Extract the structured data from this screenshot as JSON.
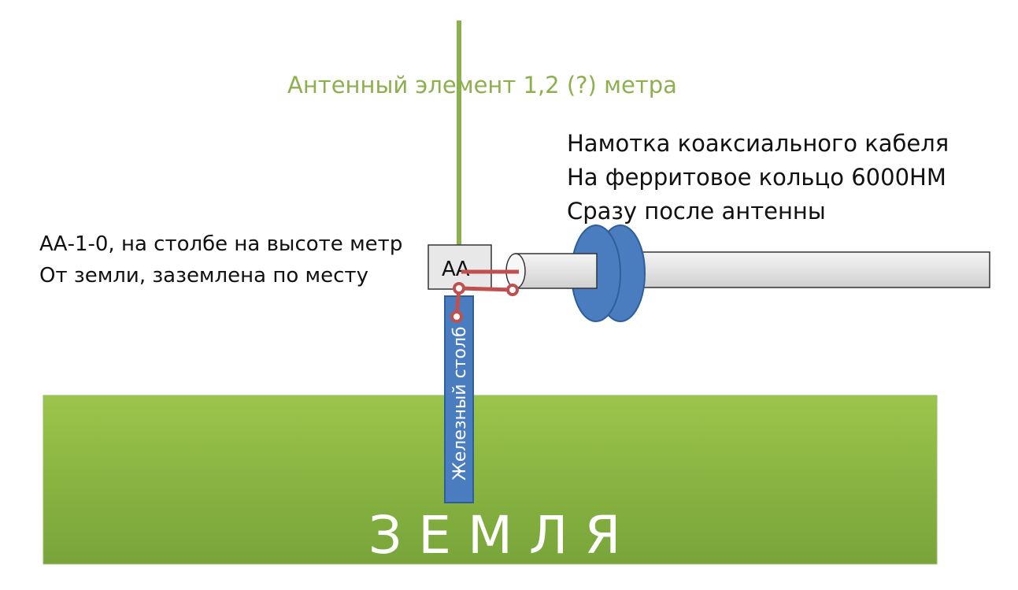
{
  "colors": {
    "antenna": "#8db04f",
    "ground_top": "#9bc54a",
    "ground_bottom": "#78a43a",
    "pole": "#4a7dbf",
    "pole_stroke": "#2f5e99",
    "ferrite": "#4a7dbf",
    "ferrite_stroke": "#2f5e99",
    "cable": "#e6e6e6",
    "wire": "#c0504d",
    "text": "#111111"
  },
  "labels": {
    "antenna_element": "Антенный элемент 1,2 (?) метра",
    "coax_line1": "Намотка коаксиального кабеля",
    "coax_line2": "На ферритовое кольцо 6000НМ",
    "coax_line3": "Сразу после антенны",
    "aa_line1": "АА-1-0, на столбе на высоте метр",
    "aa_line2": "От земли, заземлена по месту",
    "aa_box": "АА",
    "pole": "Железный столб",
    "ground": "З Е М Л Я"
  }
}
